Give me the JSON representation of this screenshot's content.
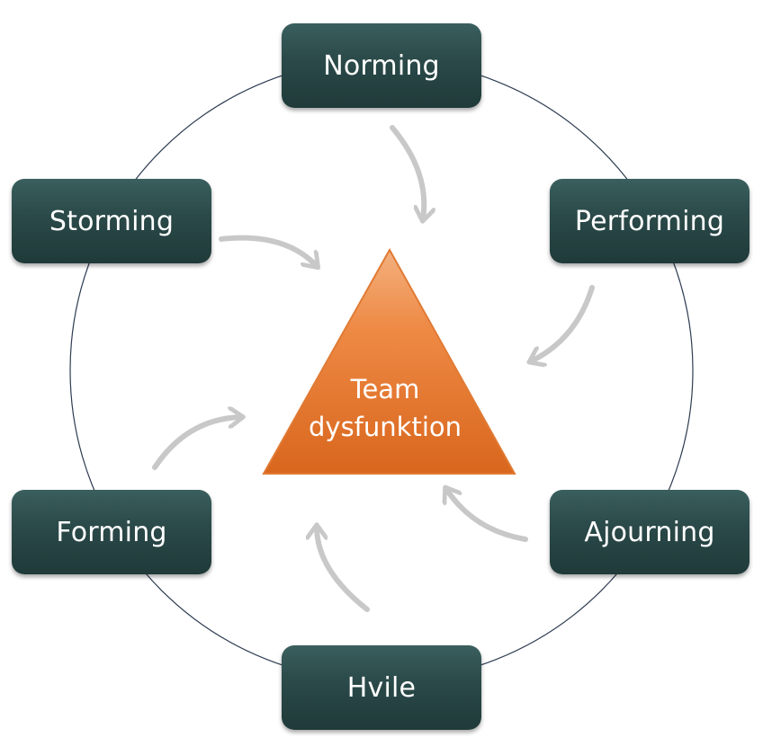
{
  "center": {
    "line1": "Team",
    "line2": "dysfunktion"
  },
  "stages": {
    "norming": "Norming",
    "storming": "Storming",
    "performing": "Performing",
    "forming": "Forming",
    "ajourning": "Ajourning",
    "hvile": "Hvile"
  },
  "colors": {
    "box_fill": "#2a4948",
    "triangle_top": "#f3b07e",
    "triangle_bottom": "#d9661d",
    "arrow": "#c8c8c8",
    "circle": "#2e3d52"
  }
}
